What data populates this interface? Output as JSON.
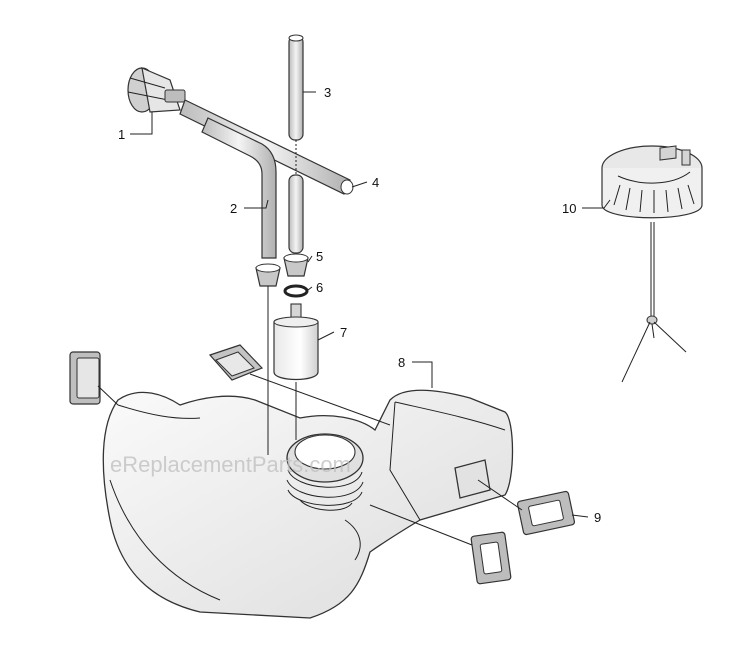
{
  "watermark": "eReplacementParts.com",
  "colors": {
    "line": "#222222",
    "part_fill": "#f2f2f2",
    "shade": "#cfcfcf",
    "watermark": "#bdbdbd"
  },
  "callouts": [
    {
      "id": "1",
      "label": "1"
    },
    {
      "id": "2",
      "label": "2"
    },
    {
      "id": "3",
      "label": "3"
    },
    {
      "id": "4",
      "label": "4"
    },
    {
      "id": "5",
      "label": "5"
    },
    {
      "id": "6",
      "label": "6"
    },
    {
      "id": "7",
      "label": "7"
    },
    {
      "id": "8",
      "label": "8"
    },
    {
      "id": "9",
      "label": "9"
    },
    {
      "id": "10",
      "label": "10"
    }
  ]
}
